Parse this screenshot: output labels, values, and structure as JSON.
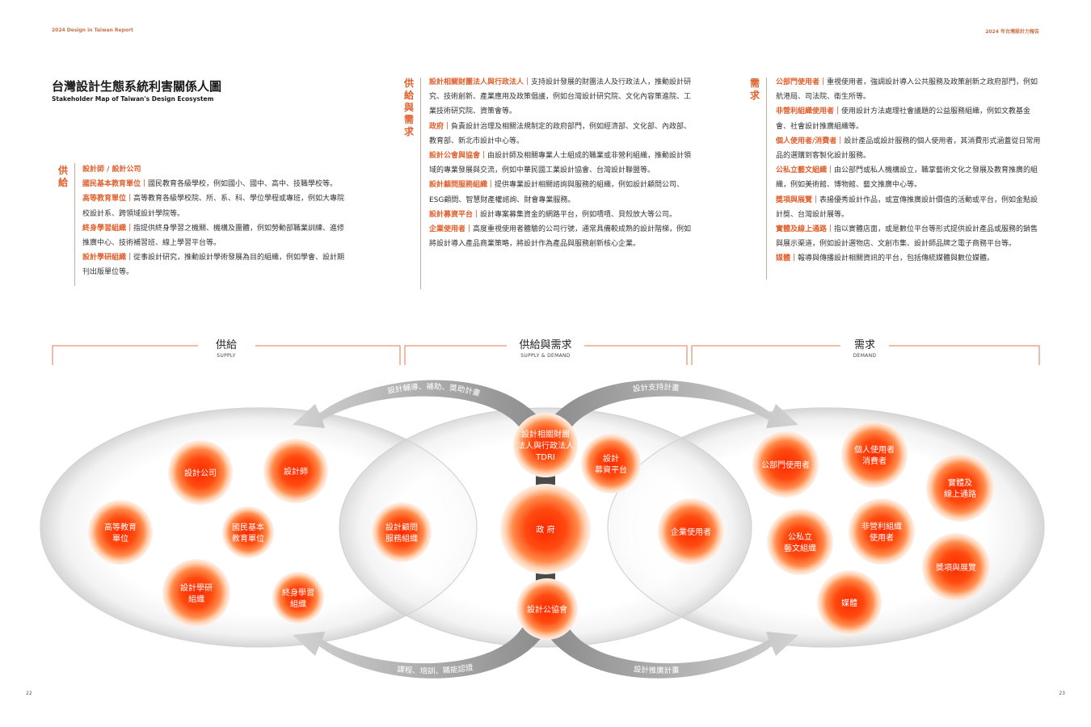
{
  "header": {
    "left": "2024 Design in Taiwan Report",
    "right": "2024 年台灣設計力報告"
  },
  "page": {
    "title": "台灣設計生態系統利害關係人圖",
    "subtitle": "Stakeholder Map of Taiwan's Design Ecosystem"
  },
  "supply_text": {
    "label": "供給",
    "heading": "設計師 / 設計公司",
    "entries": [
      {
        "name": "國民基本教育單位",
        "sep": "｜",
        "desc": "國民教育各級學校，例如國小、國中、高中、技職學校等。"
      },
      {
        "name": "高等教育單位",
        "sep": "｜",
        "desc": "高等教育各級學校院、所、系、科、學位學程或專班，例如大專院校設計系、跨領域設計學院等。"
      },
      {
        "name": "終身學習組織",
        "sep": "｜",
        "desc": "指提供終身學習之機關、機構及團體，例如勞動部職業訓練、進修推廣中心、技術補習班、線上學習平台等。"
      },
      {
        "name": "設計學研組織",
        "sep": "｜",
        "desc": "從事設計研究，推動設計學術發展為目的組織，例如學會、設計期刊出版單位等。"
      }
    ]
  },
  "both_text": {
    "label": "供給與需求",
    "entries": [
      {
        "name": "設計相關財團法人與行政法人",
        "sep": "｜",
        "desc": "支持設計發展的財團法人及行政法人，推動設計研究、技術創新、產業應用及政策倡議，例如台灣設計研究院、文化內容策進院、工業技術研究院、資策會等。"
      },
      {
        "name": "政府",
        "sep": "｜",
        "desc": "負責設計治理及相關法規制定的政府部門，例如經濟部、文化部、內政部、教育部、新北市設計中心等。"
      },
      {
        "name": "設計公會與協會",
        "sep": "｜",
        "desc": "由設計師及相關專業人士組成的職業或非營利組織，推動設計領域的專業發展與交流，例如中華民國工業設計協會、台灣設計聯盟等。"
      },
      {
        "name": "設計顧問服務組織",
        "sep": "｜",
        "desc": "提供專業設計相關諮詢與服務的組織，例如設計顧問公司、ESG顧問、智慧財產權諮詢、財會專業服務。"
      },
      {
        "name": "設計募資平台",
        "sep": "｜",
        "desc": "設計專案募集資金的網路平台，例如嘖嘖、貝殼放大等公司。"
      },
      {
        "name": "企業使用者",
        "sep": "｜",
        "desc": "高度重視使用者體驗的公司行號，通常具備較成熟的設計階梯，例如將設計導入產品商業策略，將設計作為產品與服務創新核心企業。"
      }
    ]
  },
  "demand_text": {
    "label": "需求",
    "entries": [
      {
        "name": "公部門使用者",
        "sep": "｜",
        "desc": "重視使用者，強調設計導入公共服務及政策創新之政府部門，例如航港局、司法院、衛生所等。"
      },
      {
        "name": "非營利組織使用者",
        "sep": "｜",
        "desc": "使用設計方法處理社會議題的公益服務組織，例如文教基金會、社會設計推廣組織等。"
      },
      {
        "name": "個人使用者/消費者",
        "sep": "｜",
        "desc": "設計產品或設計服務的個人使用者，其消費形式涵蓋從日常用品的選購到客製化設計服務。"
      },
      {
        "name": "公私立藝文組織",
        "sep": "｜",
        "desc": "由公部門或私人機構設立，職掌藝術文化之發展及教育推廣的組織，例如美術館、博物館、藝文推廣中心等。"
      },
      {
        "name": "獎項與展覽",
        "sep": "｜",
        "desc": "表揚優秀設計作品，或宣傳推廣設計價值的活動或平台，例如金點設計獎、台灣設計展等。"
      },
      {
        "name": "實體及線上通路",
        "sep": "｜",
        "desc": "指以實體店面，或是數位平台等形式提供設計產品或服務的銷售與展示渠道，例如設計選物店、文創市集、設計師品牌之電子商務平台等。"
      },
      {
        "name": "媒體",
        "sep": "｜",
        "desc": "報導與傳播設計相關資訊的平台，包括傳統媒體與數位媒體。"
      }
    ]
  },
  "sections": {
    "supply": {
      "zh": "供給",
      "en": "SUPPLY"
    },
    "both": {
      "zh": "供給與需求",
      "en": "SUPPLY & DEMAND"
    },
    "demand": {
      "zh": "需求",
      "en": "DEMAND"
    }
  },
  "arrows": {
    "top_left": "設計輔導、補助、獎助計畫",
    "top_right": "設計支持計畫",
    "bottom_left": "課程、培訓、職能認證",
    "bottom_right": "設計推廣計畫"
  },
  "nodes": {
    "design_company": [
      "設計公司"
    ],
    "designer": [
      "設計師"
    ],
    "higher_edu": [
      "高等教育",
      "單位"
    ],
    "basic_edu": [
      "國民基本",
      "教育單位"
    ],
    "research_org": [
      "設計學研",
      "組織"
    ],
    "lifelong": [
      "終身學習",
      "組織"
    ],
    "consulting": [
      "設計顧問",
      "服務組織"
    ],
    "tdri": [
      "設計相關財團",
      "法人與行政法人",
      "TDRI"
    ],
    "crowdfunding": [
      "設計",
      "募資平台"
    ],
    "government": [
      "政 府"
    ],
    "association": [
      "設計公協會"
    ],
    "enterprise": [
      "企業使用者"
    ],
    "public_user": [
      "公部門使用者"
    ],
    "consumer": [
      "個人使用者",
      "消費者"
    ],
    "channels": [
      "實體及",
      "線上通路"
    ],
    "arts_org": [
      "公私立",
      "藝文組織"
    ],
    "npo": [
      "非營利組織",
      "使用者"
    ],
    "awards": [
      "獎項與展覽"
    ],
    "media": [
      "媒體"
    ]
  },
  "page_numbers": {
    "left": "22",
    "right": "23"
  },
  "colors": {
    "accent": "#e0602e",
    "node_core": "#ff3300",
    "arrow": "#a8a8a8"
  }
}
